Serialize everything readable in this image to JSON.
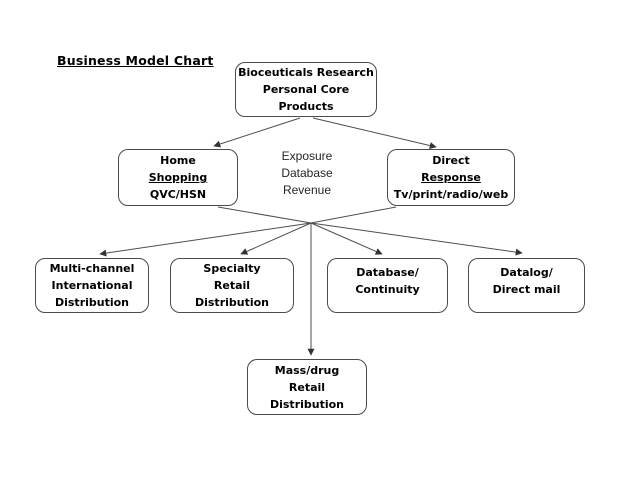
{
  "title": "Business Model Chart",
  "colors": {
    "background": "#ffffff",
    "line": "#4d4d4d",
    "border": "#4b4b4b",
    "text": "#000000"
  },
  "nodes": {
    "root": {
      "lines": [
        "Bioceuticals Research",
        "Personal Core",
        "Products"
      ]
    },
    "home": {
      "lines": [
        "Home",
        "Shopping",
        "QVC/HSN"
      ]
    },
    "exposure": {
      "lines": [
        "Exposure",
        "Database",
        "Revenue"
      ]
    },
    "direct": {
      "lines": [
        "Direct",
        "Response",
        "Tv/print/radio/web"
      ]
    },
    "multichannel": {
      "lines": [
        "Multi-channel",
        "International",
        "Distribution"
      ]
    },
    "specialty": {
      "lines": [
        "Specialty",
        "Retail",
        "Distribution"
      ]
    },
    "database": {
      "lines": [
        "Database/",
        "Continuity"
      ]
    },
    "datalog": {
      "lines": [
        "Datalog/",
        "Direct mail"
      ]
    },
    "massdrug": {
      "lines": [
        "Mass/drug",
        "Retail",
        "Distribution"
      ]
    }
  },
  "edges": [
    {
      "from": "bioceuticals-research",
      "to": "home-shopping"
    },
    {
      "from": "bioceuticals-research",
      "to": "direct-response"
    },
    {
      "from": "home-shopping",
      "to": "hub"
    },
    {
      "from": "direct-response",
      "to": "hub"
    },
    {
      "from": "hub",
      "to": "multi-channel-international-distribution"
    },
    {
      "from": "hub",
      "to": "specialty-retail-distribution"
    },
    {
      "from": "hub",
      "to": "mass-drug-retail-distribution"
    },
    {
      "from": "hub",
      "to": "database-continuity"
    },
    {
      "from": "hub",
      "to": "datalog-direct-mail"
    }
  ]
}
